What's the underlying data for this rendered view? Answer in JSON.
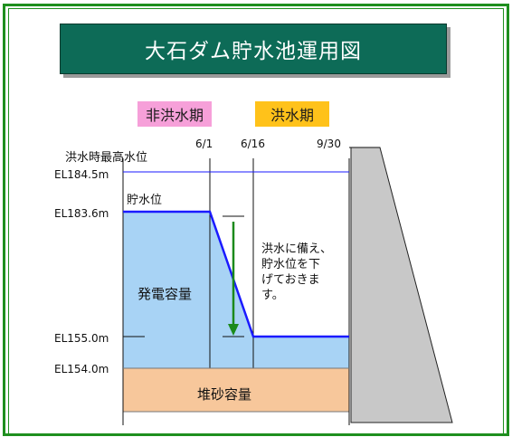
{
  "title": "大石ダム貯水池運用図",
  "period_labels": {
    "non_flood": "非洪水期",
    "flood": "洪水期"
  },
  "dates": [
    "6/1",
    "6/16",
    "9/30"
  ],
  "water_level_labels": {
    "flood_max": "洪水時最高水位",
    "storage": "貯水位"
  },
  "elevations": {
    "el_184_5": "EL184.5m",
    "el_183_6": "EL183.6m",
    "el_155_0": "EL155.0m",
    "el_154_0": "EL154.0m"
  },
  "capacity_labels": {
    "power": "発電容量",
    "sediment": "堆砂容量"
  },
  "note_lines": [
    "洪水に備え、",
    "貯水位を下",
    "げておきま",
    "す。"
  ],
  "colors": {
    "frame": "#1f8f1f",
    "title_bg": "#0d6b57",
    "water": "#a8d3f5",
    "level_line": "#1a1aff",
    "sediment": "#f7c79b",
    "dam": "#c8c8c8",
    "arrow": "#1b8a1b",
    "non_flood_tag": "#f6a0d9",
    "flood_tag": "#ffc21a"
  }
}
